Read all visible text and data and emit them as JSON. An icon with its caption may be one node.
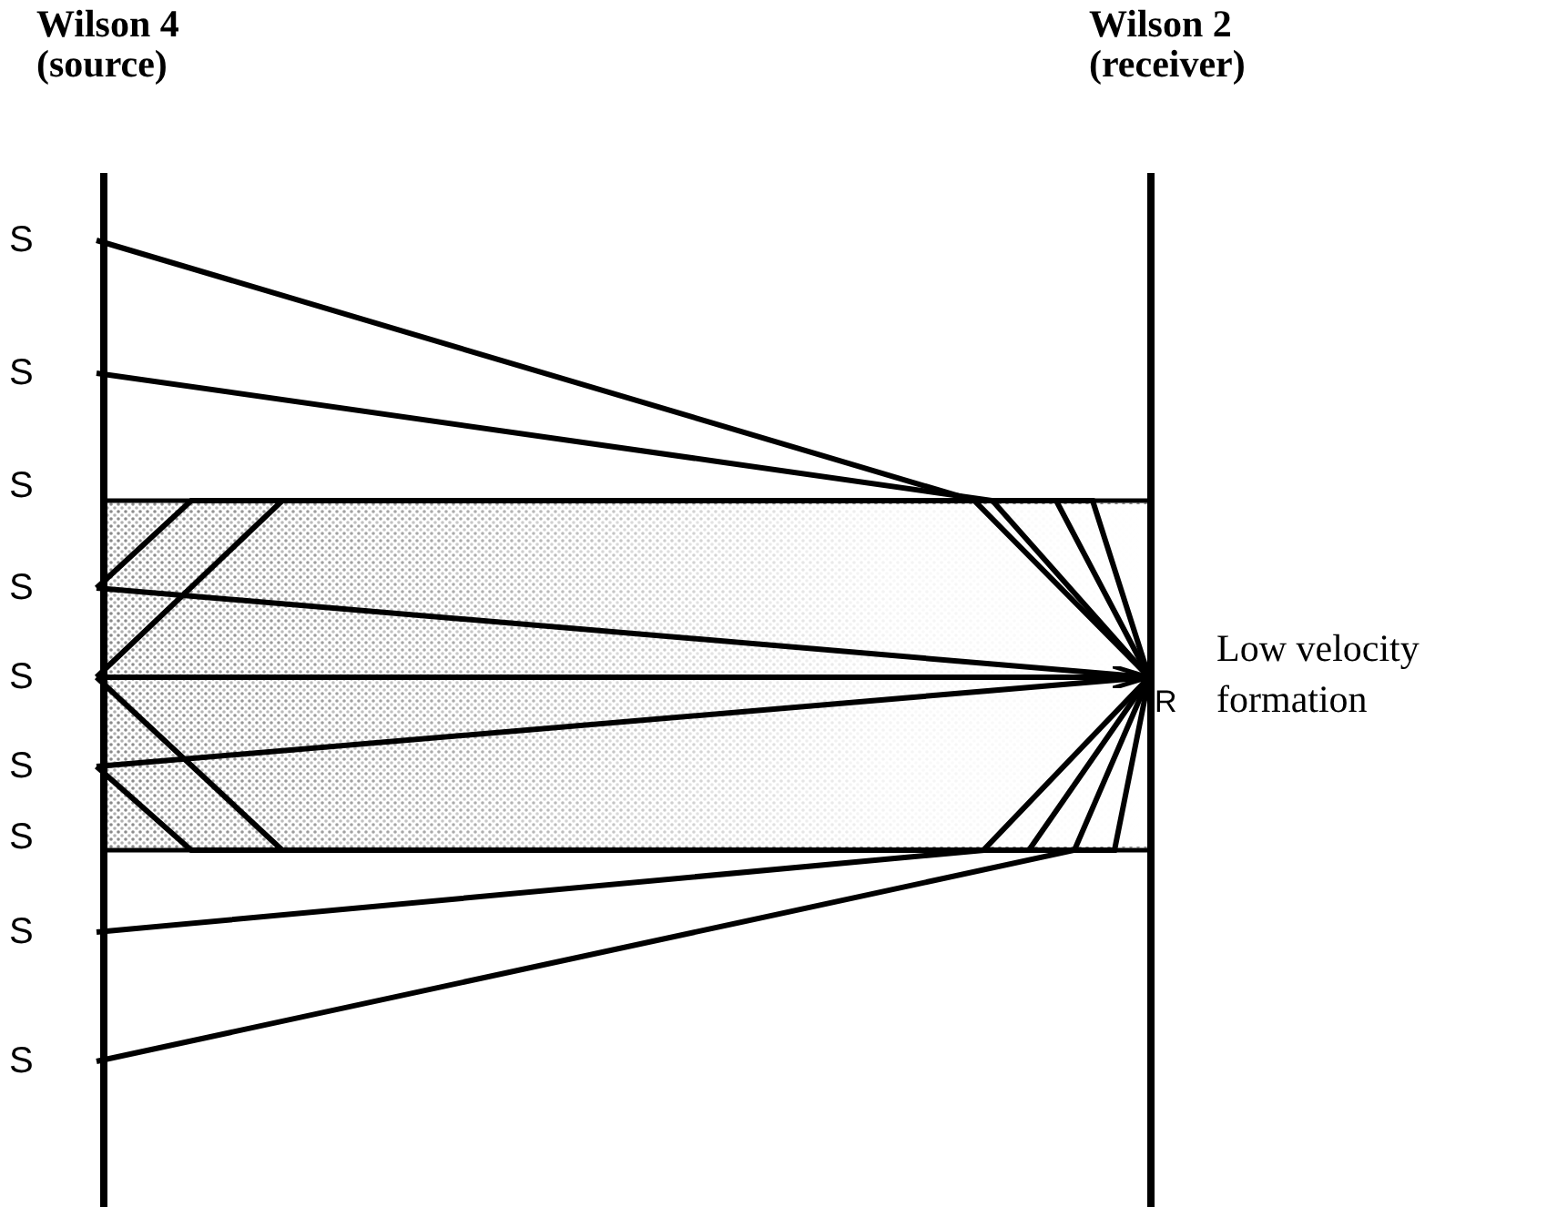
{
  "diagram": {
    "nodes": [
      {
        "text": [
          "Wilson 4 (source)"
        ]
      },
      {
        "text": [
          "Wilson 2 (receiver)"
        ]
      },
      {
        "text": [
          "S"
        ]
      },
      {
        "text": [
          "S"
        ]
      },
      {
        "text": [
          "S"
        ]
      },
      {
        "text": [
          "S"
        ]
      },
      {
        "text": [
          "S"
        ]
      },
      {
        "text": [
          "S"
        ]
      },
      {
        "text": [
          "S"
        ]
      },
      {
        "text": [
          "S"
        ]
      },
      {
        "text": [
          "S"
        ]
      },
      {
        "text": [
          "R"
        ]
      }
    ],
    "edges": [
      {
        "from": 2,
        "to": 11,
        "arrow": "none"
      },
      {
        "from": 3,
        "to": 11,
        "arrow": "none"
      },
      {
        "from": 5,
        "to": 11,
        "arrow": "none"
      },
      {
        "from": 6,
        "to": 11,
        "arrow": "to"
      },
      {
        "from": 7,
        "to": 11,
        "arrow": "none"
      },
      {
        "from": 9,
        "to": 11,
        "arrow": "none"
      },
      {
        "from": 10,
        "to": 11,
        "arrow": "none"
      },
      {
        "from": 5,
        "to": 11,
        "arrow": "none"
      },
      {
        "from": 6,
        "to": 11,
        "arrow": "none"
      },
      {
        "from": 6,
        "to": 11,
        "arrow": "none"
      },
      {
        "from": 7,
        "to": 11,
        "arrow": "none"
      }
    ],
    "labels": [
      "Low velocity formation"
    ]
  }
}
